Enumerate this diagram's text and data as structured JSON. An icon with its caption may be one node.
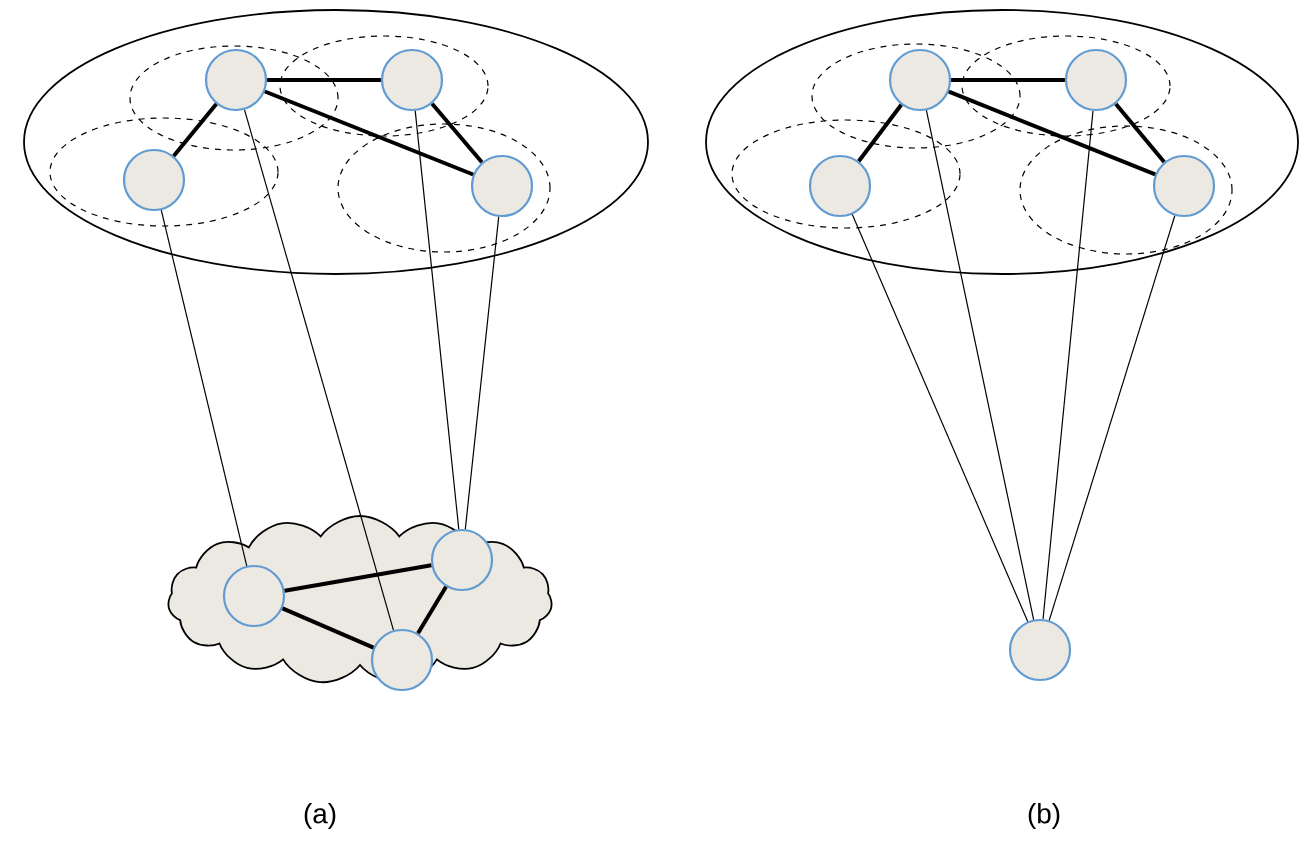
{
  "diagram": {
    "nodes": [
      {
        "text": [],
        "shape": "ellipse"
      },
      {
        "text": [],
        "shape": "ellipse",
        "in": 0
      },
      {
        "text": [],
        "shape": "circle",
        "in": 1
      },
      {
        "text": [],
        "shape": "ellipse",
        "in": 0
      },
      {
        "text": [],
        "shape": "circle",
        "in": 3
      },
      {
        "text": [],
        "shape": "ellipse",
        "in": 0
      },
      {
        "text": [],
        "shape": "circle",
        "in": 5
      },
      {
        "text": [],
        "shape": "ellipse",
        "in": 0
      },
      {
        "text": [],
        "shape": "circle",
        "in": 7
      },
      {
        "text": [],
        "shape": "cloud"
      },
      {
        "text": [],
        "shape": "circle",
        "in": 9
      },
      {
        "text": [],
        "shape": "circle",
        "in": 9
      },
      {
        "text": [],
        "shape": "circle",
        "in": 9
      },
      {
        "text": [],
        "shape": "ellipse"
      },
      {
        "text": [],
        "shape": "ellipse",
        "in": 13
      },
      {
        "text": [],
        "shape": "circle",
        "in": 14
      },
      {
        "text": [],
        "shape": "ellipse",
        "in": 13
      },
      {
        "text": [],
        "shape": "circle",
        "in": 16
      },
      {
        "text": [],
        "shape": "ellipse",
        "in": 13
      },
      {
        "text": [],
        "shape": "circle",
        "in": 18
      },
      {
        "text": [],
        "shape": "ellipse",
        "in": 13
      },
      {
        "text": [],
        "shape": "circle",
        "in": 20
      },
      {
        "text": [],
        "shape": "circle"
      }
    ],
    "edges": [
      {
        "from": 2,
        "to": 4,
        "arrow": "none"
      },
      {
        "from": 2,
        "to": 6,
        "arrow": "none"
      },
      {
        "from": 2,
        "to": 8,
        "arrow": "none"
      },
      {
        "from": 4,
        "to": 8,
        "arrow": "none"
      },
      {
        "from": 6,
        "to": 10,
        "arrow": "none"
      },
      {
        "from": 2,
        "to": 12,
        "arrow": "none"
      },
      {
        "from": 4,
        "to": 11,
        "arrow": "none"
      },
      {
        "from": 8,
        "to": 11,
        "arrow": "none"
      },
      {
        "from": 10,
        "to": 11,
        "arrow": "none"
      },
      {
        "from": 10,
        "to": 12,
        "arrow": "none"
      },
      {
        "from": 12,
        "to": 11,
        "arrow": "none"
      },
      {
        "from": 15,
        "to": 17,
        "arrow": "none"
      },
      {
        "from": 15,
        "to": 19,
        "arrow": "none"
      },
      {
        "from": 15,
        "to": 21,
        "arrow": "none"
      },
      {
        "from": 17,
        "to": 21,
        "arrow": "none"
      },
      {
        "from": 19,
        "to": 22,
        "arrow": "none"
      },
      {
        "from": 15,
        "to": 22,
        "arrow": "none"
      },
      {
        "from": 17,
        "to": 22,
        "arrow": "none"
      },
      {
        "from": 21,
        "to": 22,
        "arrow": "none"
      }
    ],
    "labels": [
      "(a)",
      "(b)"
    ]
  }
}
